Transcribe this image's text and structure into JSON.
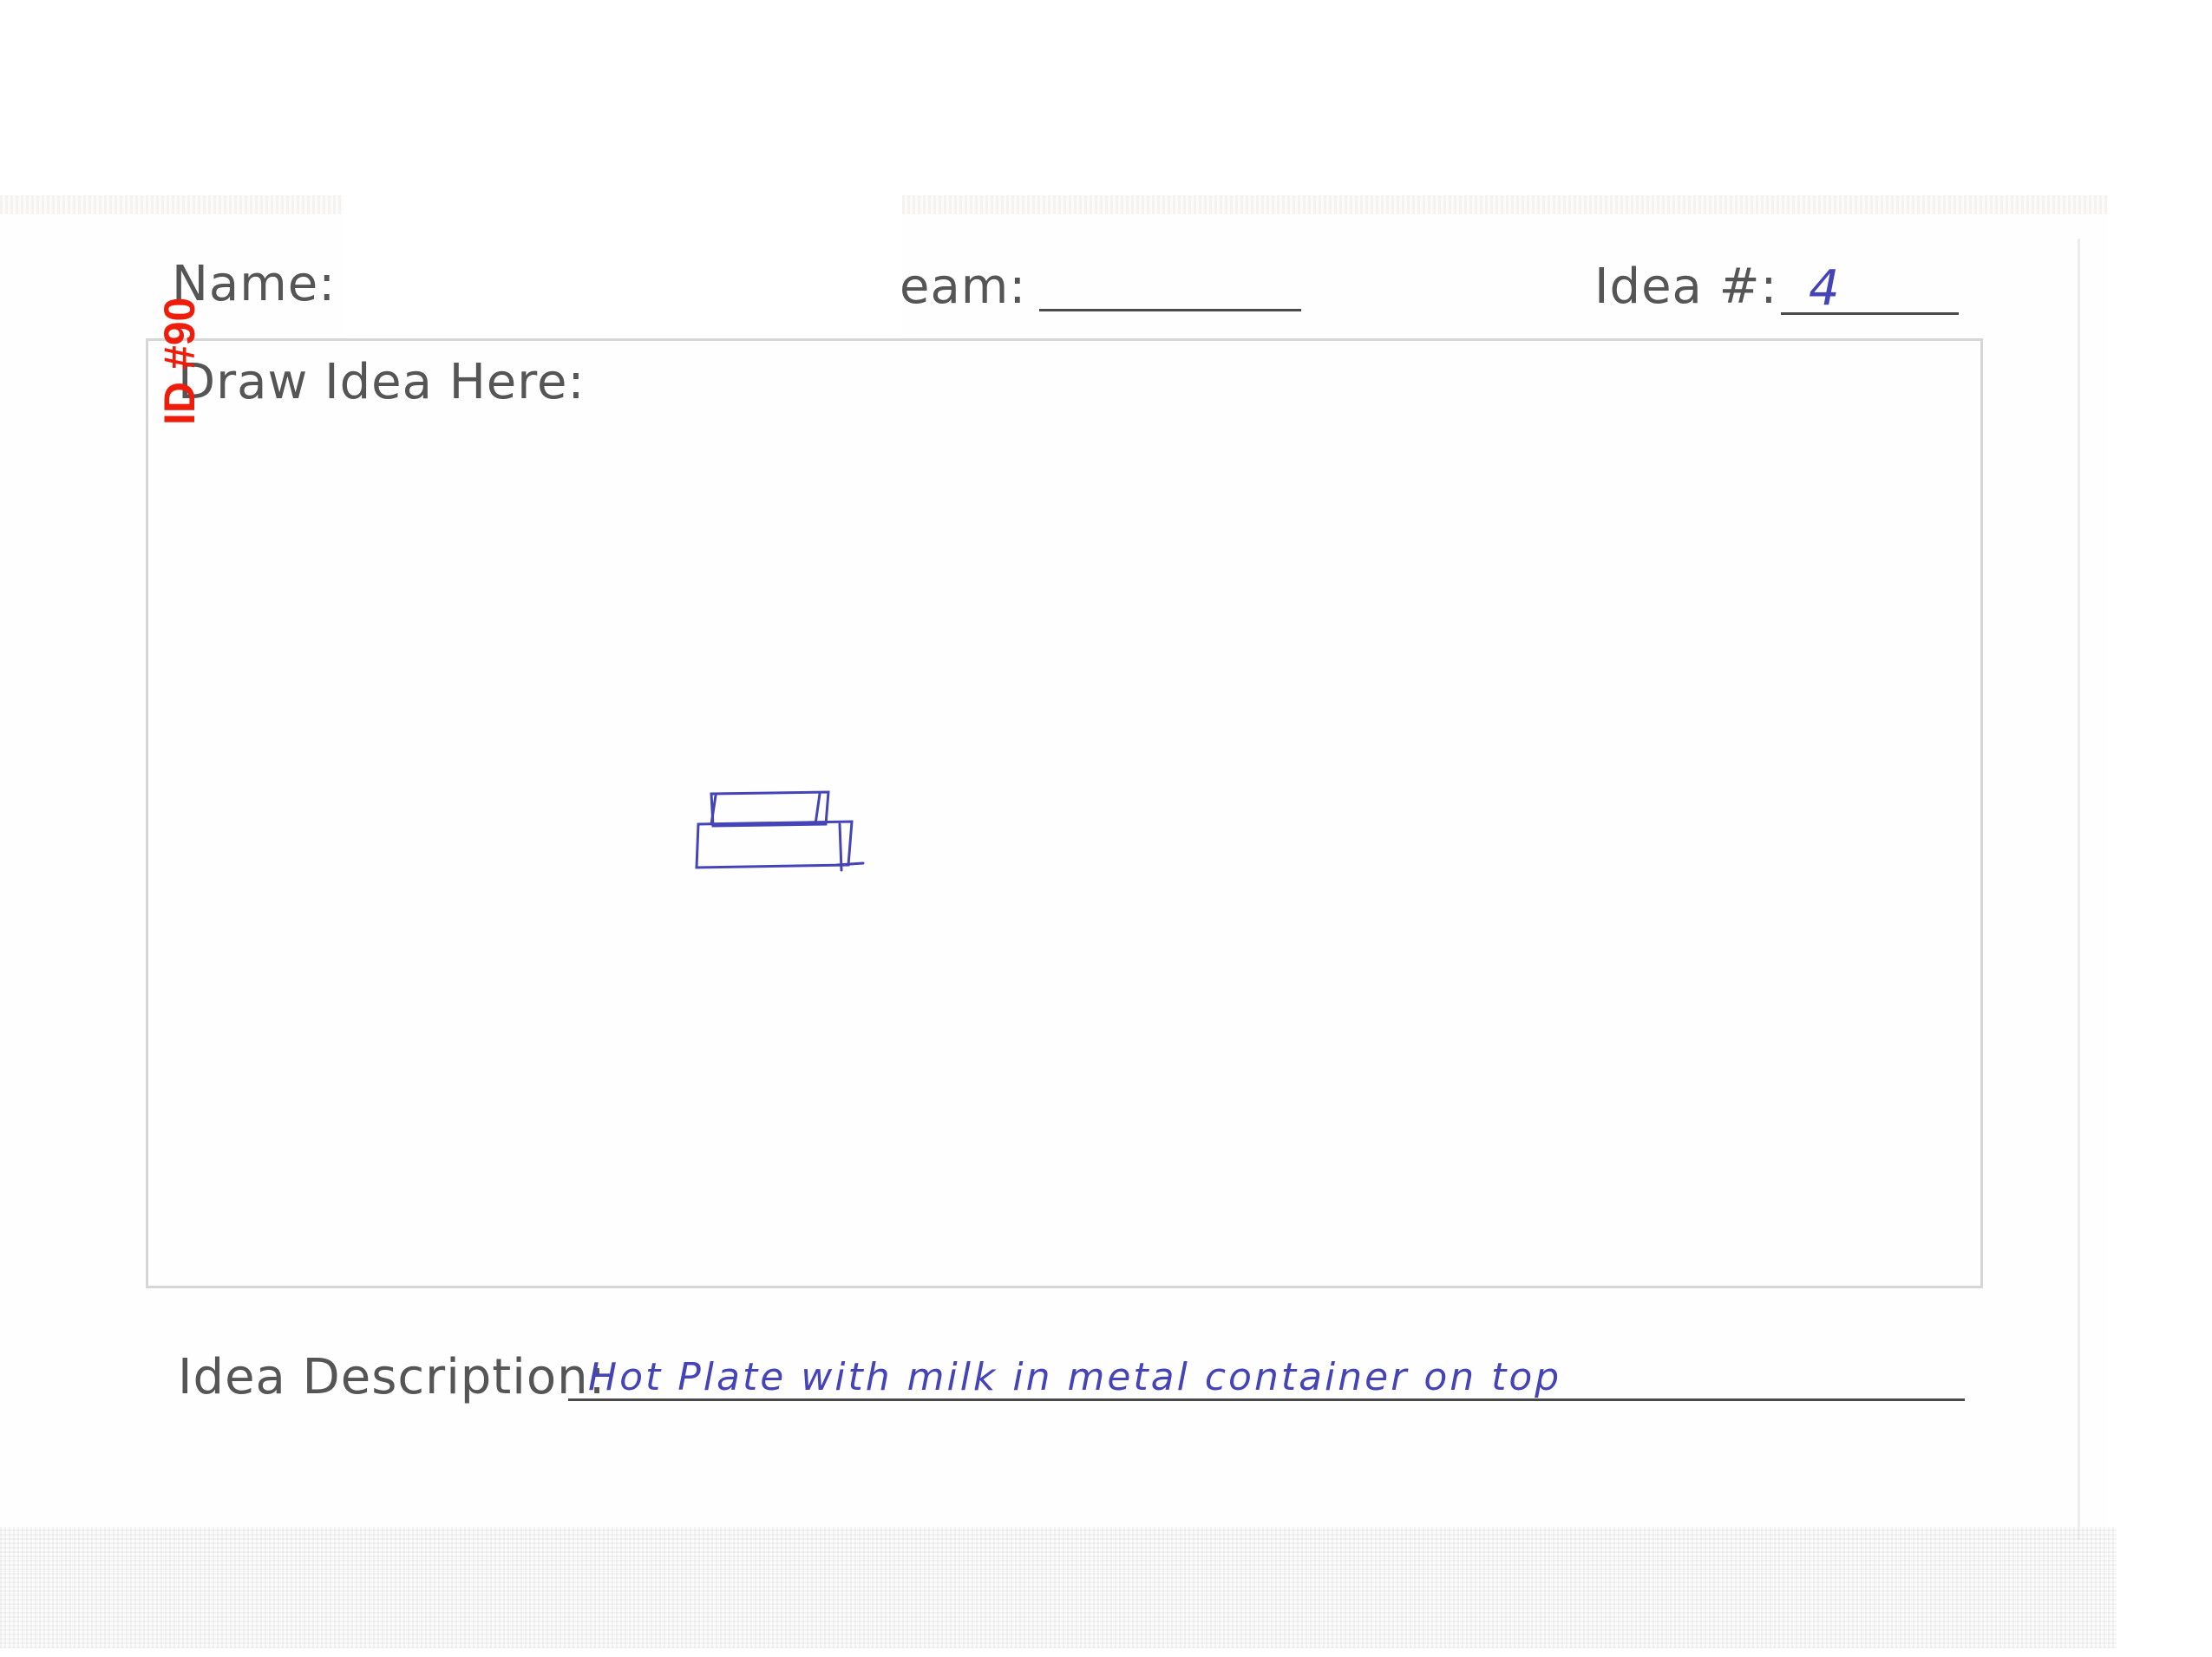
{
  "form": {
    "name_label": "Name:",
    "team_label": "eam:",
    "idea_number_label": "Idea #:",
    "idea_number_value": "4",
    "draw_label": "Draw Idea Here:",
    "description_label": "Idea Description:",
    "description_value": "Hot Plate with milk in metal container on top"
  },
  "stamp": {
    "text": "ID #90",
    "color": "#ee1c0a"
  },
  "colors": {
    "ink": "#4444b8",
    "print": "#555555"
  }
}
